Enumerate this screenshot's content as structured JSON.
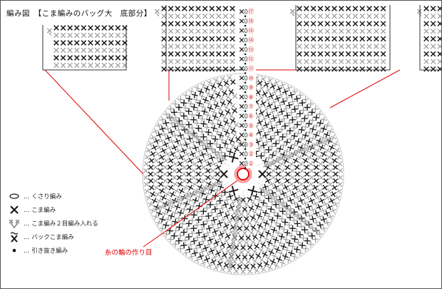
{
  "title": "編み図　【こま編みのバッグ大　底部分】",
  "legend": [
    {
      "symbol": "chain-stitch-icon",
      "label": "… くさり編み"
    },
    {
      "symbol": "single-crochet-icon",
      "label": "… こま編み"
    },
    {
      "symbol": "sc-increase-icon",
      "label": "… こま編み２目編み入れる"
    },
    {
      "symbol": "reverse-sc-icon",
      "label": "… バックこま編み"
    },
    {
      "symbol": "slip-stitch-icon",
      "label": "… 引き抜き編み"
    }
  ],
  "center_label": "糸の輪の作り目",
  "round_numbers": [
    "①",
    "②",
    "③",
    "④",
    "⑤",
    "⑥",
    "⑦",
    "⑧",
    "⑨",
    "⑩",
    "⑪",
    "⑫",
    "⑬",
    "⑭",
    "⑮",
    "⑯",
    "⑰"
  ],
  "colors": {
    "accent": "#e00000",
    "dark": "#1a1a1a",
    "light": "#9a9a9a",
    "round_label": "#e02020",
    "guide": "#cfcfcf"
  }
}
